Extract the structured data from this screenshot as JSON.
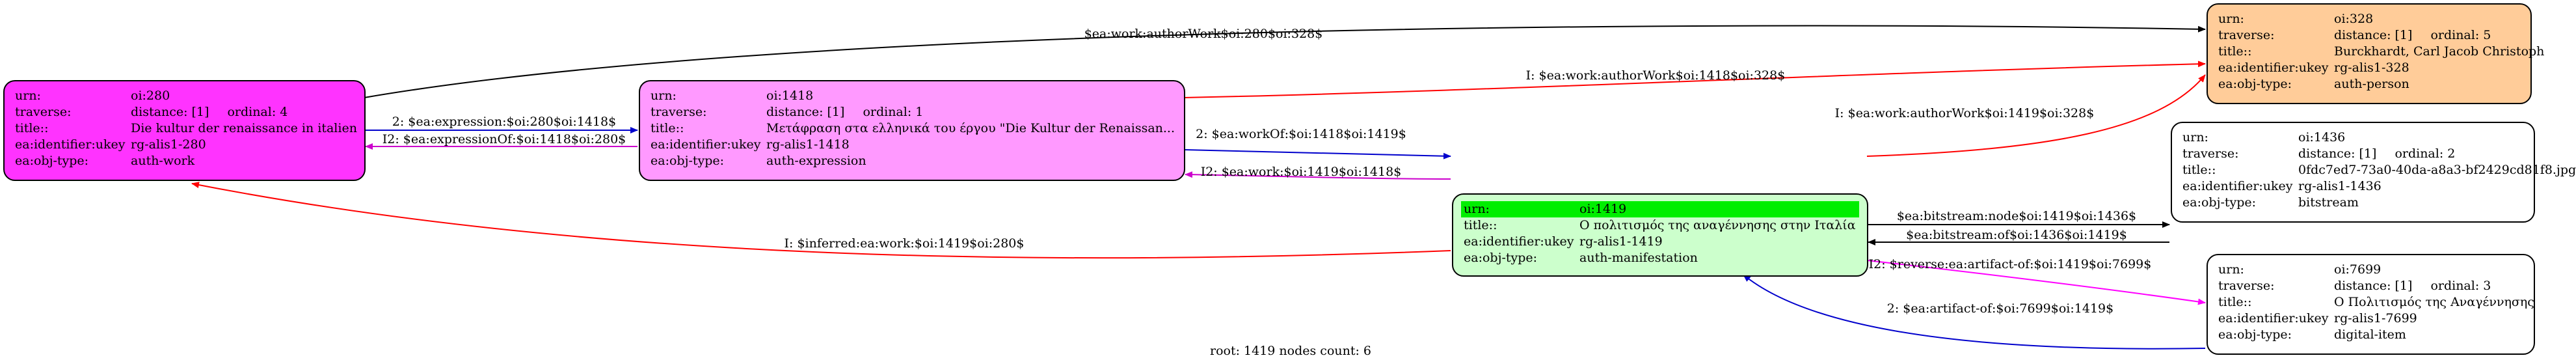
{
  "nodes": {
    "n280": {
      "urn": "oi:280",
      "traverse": "distance: [1]",
      "ordinal": "ordinal: 4",
      "title": "Die kultur der renaissance in italien",
      "ukey": "rg-alis1-280",
      "objtype": "auth-work",
      "fill": "#ff33ff"
    },
    "n1418": {
      "urn": "oi:1418",
      "traverse": "distance: [1]",
      "ordinal": "ordinal: 1",
      "title": "Μετάφραση στα ελληνικά του έργου \"Die Kultur der Renaissan...",
      "ukey": "rg-alis1-1418",
      "objtype": "auth-expression",
      "fill": "#ff99ff"
    },
    "n1419": {
      "urn": "oi:1419",
      "title": "Ο πολιτισμός της αναγέννησης στην Ιταλία",
      "ukey": "rg-alis1-1419",
      "objtype": "auth-manifestation",
      "fill": "#ccffcc",
      "highlight": "#00ee00"
    },
    "n328": {
      "urn": "oi:328",
      "traverse": "distance: [1]",
      "ordinal": "ordinal: 5",
      "title": "Burckhardt, Carl Jacob Christoph",
      "ukey": "rg-alis1-328",
      "objtype": "auth-person",
      "fill": "#ffcc99"
    },
    "n1436": {
      "urn": "oi:1436",
      "traverse": "distance: [1]",
      "ordinal": "ordinal: 2",
      "title": "0fdc7ed7-73a0-40da-a8a3-bf2429cd81f8.jpg",
      "ukey": "rg-alis1-1436",
      "objtype": "bitstream",
      "fill": "#ffffff"
    },
    "n7699": {
      "urn": "oi:7699",
      "traverse": "distance: [1]",
      "ordinal": "ordinal: 3",
      "title": "Ο Πολιτισμός της Αναγέννησης",
      "ukey": "rg-alis1-7699",
      "objtype": "digital-item",
      "fill": "#ffffff"
    }
  },
  "row_keys": {
    "urn": "urn:",
    "traverse": "traverse:",
    "title": "title::",
    "ukey": "ea:identifier:ukey",
    "objtype": "ea:obj-type:"
  },
  "edges": [
    {
      "id": "e1",
      "label": "$ea:work:authorWork$oi:280$oi:328$",
      "color": "#000000"
    },
    {
      "id": "e2",
      "label": "I: $ea:work:authorWork$oi:1418$oi:328$",
      "color": "#ff0000"
    },
    {
      "id": "e3",
      "label": "2: $ea:expression:$oi:280$oi:1418$",
      "color": "#0000cc"
    },
    {
      "id": "e4",
      "label": "I2: $ea:expressionOf:$oi:1418$oi:280$",
      "color": "#cc00cc"
    },
    {
      "id": "e5",
      "label": "2: $ea:workOf:$oi:1418$oi:1419$",
      "color": "#0000cc"
    },
    {
      "id": "e6",
      "label": "I2: $ea:work:$oi:1419$oi:1418$",
      "color": "#cc00cc"
    },
    {
      "id": "e7",
      "label": "I: $inferred:ea:work:$oi:1419$oi:280$",
      "color": "#ff0000"
    },
    {
      "id": "e8",
      "label": "I: $ea:work:authorWork$oi:1419$oi:328$",
      "color": "#ff0000"
    },
    {
      "id": "e9",
      "label": "$ea:bitstream:node$oi:1419$oi:1436$",
      "color": "#000000"
    },
    {
      "id": "e10",
      "label": "$ea:bitstream:of$oi:1436$oi:1419$",
      "color": "#000000"
    },
    {
      "id": "e11",
      "label": "I2: $reverse:ea:artifact-of:$oi:1419$oi:7699$",
      "color": "#ff00ff"
    },
    {
      "id": "e12",
      "label": "2: $ea:artifact-of:$oi:7699$oi:1419$",
      "color": "#0000cc"
    }
  ],
  "footer": "root: 1419 nodes count: 6"
}
